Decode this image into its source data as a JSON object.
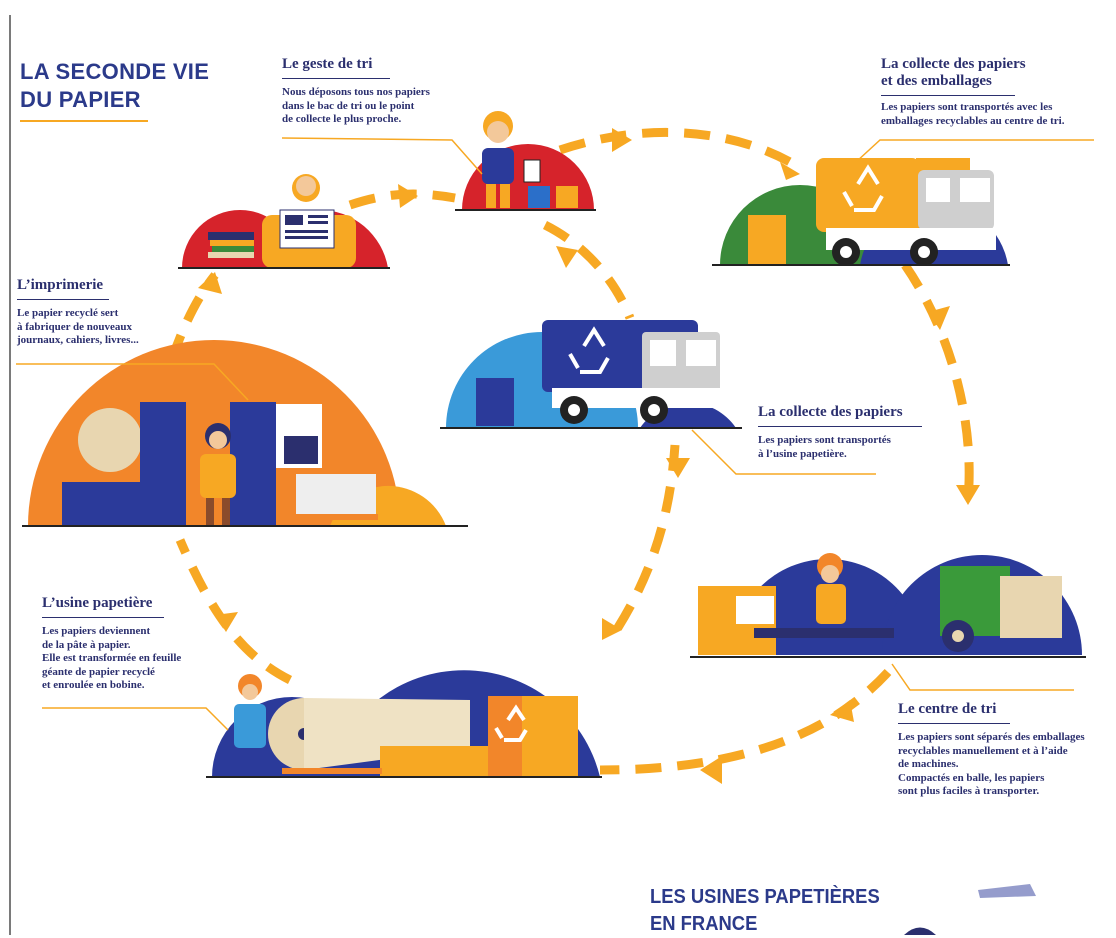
{
  "title": [
    "LA SECONDE VIE",
    "DU PAPIER"
  ],
  "footer": [
    "LES USINES PAPETIÈRES",
    "EN FRANCE"
  ],
  "steps": {
    "geste": {
      "title": [
        "Le geste de tri"
      ],
      "desc": [
        "Nous déposons tous nos papiers",
        "dans le bac de tri ou le point",
        "de collecte le plus proche."
      ]
    },
    "collecte_emb": {
      "title": [
        "La collecte des papiers",
        "et  des emballages"
      ],
      "desc": [
        "Les papiers sont transportés avec les",
        "emballages recyclables au centre de tri."
      ]
    },
    "imprimerie": {
      "title": [
        "L’imprimerie"
      ],
      "desc": [
        "Le papier recyclé sert",
        "à fabriquer de nouveaux",
        "journaux, cahiers, livres..."
      ]
    },
    "collecte": {
      "title": [
        "La collecte des papiers"
      ],
      "desc": [
        "Les papiers sont transportés",
        "à l’usine papetière."
      ]
    },
    "usine": {
      "title": [
        "L’usine papetière"
      ],
      "desc": [
        "Les papiers deviennent",
        "de la pâte à papier.",
        "Elle est transformée en feuille",
        "géante de papier recyclé",
        "et enroulée en bobine."
      ]
    },
    "centre": {
      "title": [
        "Le centre de tri"
      ],
      "desc": [
        "Les papiers sont séparés des emballages",
        "recyclables manuellement et à l’aide",
        "de machines.",
        "Compactés en balle, les papiers",
        "sont plus faciles à  transporter."
      ]
    }
  },
  "colors": {
    "navy": "#2b2f6e",
    "orange": "#f7a823",
    "red": "#d6232b",
    "green": "#3a8a3a",
    "blue": "#2b3a9a",
    "lightblue": "#3a9ad9"
  }
}
